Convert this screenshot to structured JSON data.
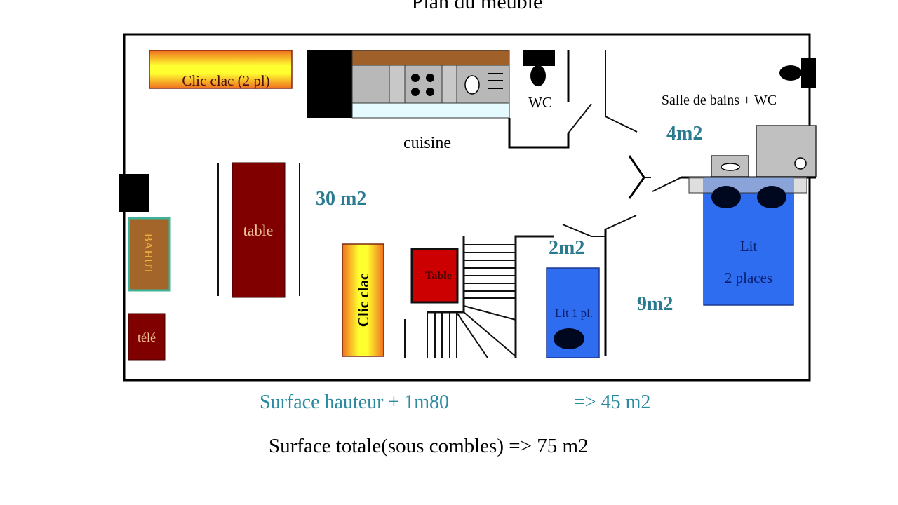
{
  "title": "Plan du meublé",
  "rooms": {
    "kitchen": "cuisine",
    "wc": "WC",
    "bathroom": "Salle de bains  +  WC",
    "bathroom_area": "4m2",
    "living_area": "30 m2",
    "small_room_area": "2m2",
    "bedroom_area": "9m2"
  },
  "furniture": {
    "sofa_bed_top": "Clic clac (2 pl)",
    "sideboard": "BAHUT",
    "tv": "télé",
    "table_large": "table",
    "sofa_bed_vertical": "Clic  clac",
    "table_small": "Table",
    "single_bed": "Lit  1 pl.",
    "double_bed_line1": "Lit",
    "double_bed_line2": "2 places"
  },
  "summary": {
    "height_surface_label": "Surface hauteur + 1m80",
    "height_surface_value": "=> 45 m2",
    "total_surface": "Surface totale(sous combles) => 75 m2"
  },
  "colors": {
    "area_text": "#2a7a90",
    "bed_blue": "#2f6df0",
    "table_dark_red": "#800000",
    "table_red": "#cc0000"
  }
}
